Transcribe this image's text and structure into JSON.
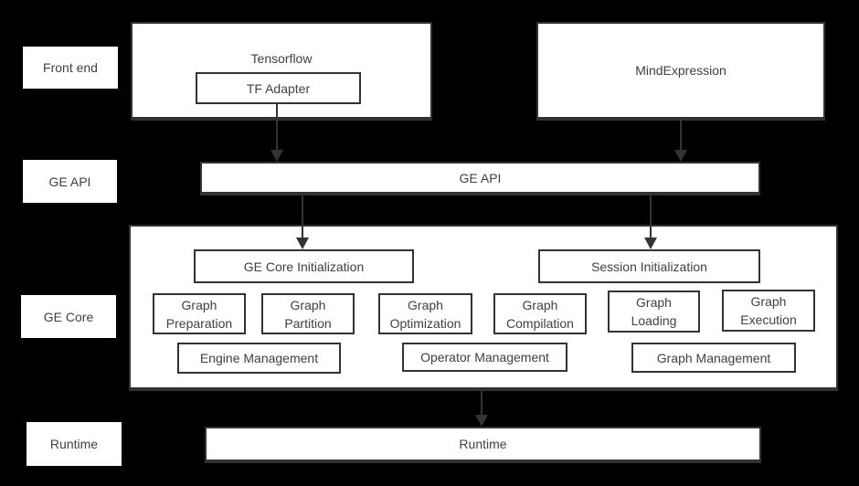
{
  "colors": {
    "background": "#000000",
    "box_fill": "#ffffff",
    "border": "#333333",
    "text": "#404040",
    "arrow": "#333333"
  },
  "row_labels": {
    "front_end": "Front end",
    "ge_api": "GE API",
    "ge_core": "GE Core",
    "runtime": "Runtime"
  },
  "front_end": {
    "tensorflow": "Tensorflow",
    "tf_adapter": "TF Adapter",
    "mind_expression": "MindExpression"
  },
  "ge_api": {
    "label": "GE API"
  },
  "ge_core": {
    "ge_core_initialization": "GE Core Initialization",
    "session_initialization": "Session Initialization",
    "modules": [
      "Graph Preparation",
      "Graph Partition",
      "Graph Optimization",
      "Graph Compilation",
      "Graph Loading",
      "Graph Execution"
    ],
    "management": [
      "Engine Management",
      "Operator Management",
      "Graph Management"
    ]
  },
  "runtime": {
    "label": "Runtime"
  }
}
